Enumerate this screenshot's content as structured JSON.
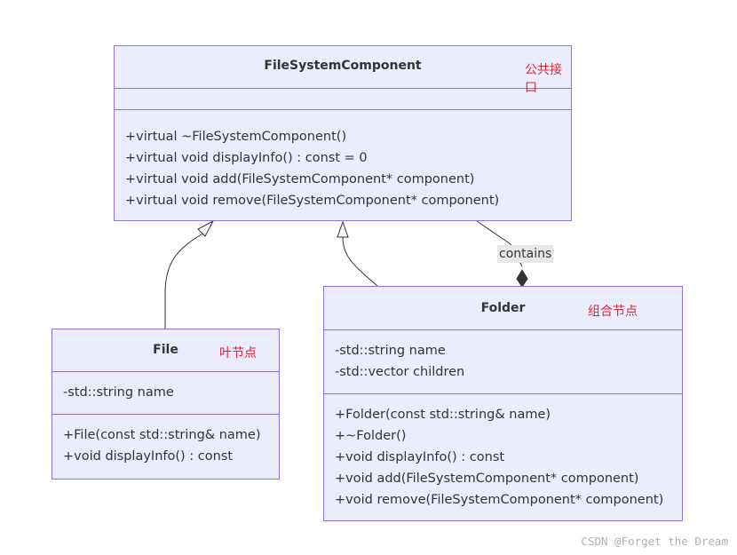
{
  "diagram": {
    "classes": {
      "component": {
        "name": "FileSystemComponent",
        "note": "公共接口",
        "attributes": [],
        "methods": [
          "+virtual ~FileSystemComponent()",
          "+virtual void displayInfo() : const = 0",
          "+virtual void add(FileSystemComponent* component)",
          "+virtual void remove(FileSystemComponent* component)"
        ]
      },
      "file": {
        "name": "File",
        "note": "叶节点",
        "attributes": [
          "-std::string name"
        ],
        "methods": [
          "+File(const std::string& name)",
          "+void displayInfo() : const"
        ]
      },
      "folder": {
        "name": "Folder",
        "note": "组合节点",
        "attributes": [
          "-std::string name",
          "-std::vector children"
        ],
        "methods": [
          "+Folder(const std::string& name)",
          "+~Folder()",
          "+void displayInfo() : const",
          "+void add(FileSystemComponent* component)",
          "+void remove(FileSystemComponent* component)"
        ]
      }
    },
    "relations": [
      {
        "from": "File",
        "to": "FileSystemComponent",
        "type": "inheritance"
      },
      {
        "from": "Folder",
        "to": "FileSystemComponent",
        "type": "inheritance"
      },
      {
        "from": "Folder",
        "to": "FileSystemComponent",
        "type": "composition",
        "label": "contains"
      }
    ]
  },
  "watermark": "CSDN @Forget the Dream",
  "colors": {
    "box_fill": "#ececff",
    "box_border": "#9370db",
    "note_text": "#e0242c",
    "edge": "#333333"
  }
}
